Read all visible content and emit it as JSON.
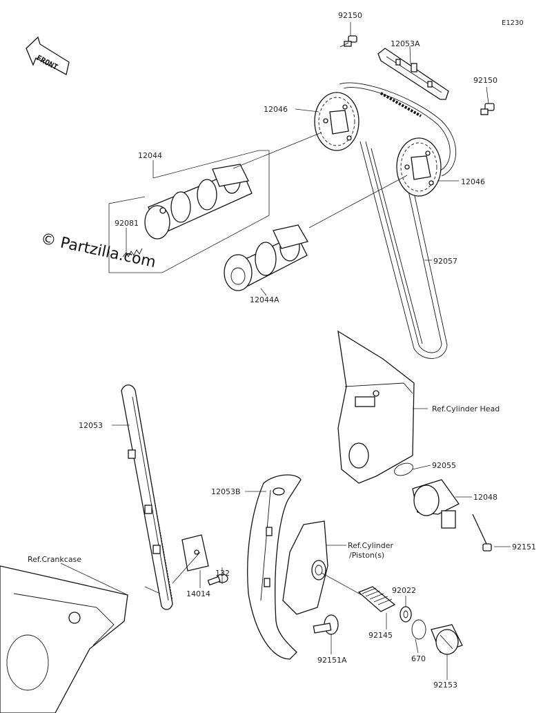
{
  "diagram_code": "E1230",
  "front_label": "FRONT",
  "watermark": "© Partzilla.com",
  "parts": [
    {
      "id": "p92150a",
      "number": "92150"
    },
    {
      "id": "p12053a",
      "number": "12053A"
    },
    {
      "id": "p92150b",
      "number": "92150"
    },
    {
      "id": "p12046a",
      "number": "12046"
    },
    {
      "id": "p12046b",
      "number": "12046"
    },
    {
      "id": "p12044",
      "number": "12044"
    },
    {
      "id": "p92081",
      "number": "92081"
    },
    {
      "id": "p12044a",
      "number": "12044A"
    },
    {
      "id": "p92057",
      "number": "92057"
    },
    {
      "id": "p12053",
      "number": "12053"
    },
    {
      "id": "p92055",
      "number": "92055"
    },
    {
      "id": "p12048",
      "number": "12048"
    },
    {
      "id": "p12053b",
      "number": "12053B"
    },
    {
      "id": "p92151",
      "number": "92151"
    },
    {
      "id": "p132",
      "number": "132"
    },
    {
      "id": "p14014",
      "number": "14014"
    },
    {
      "id": "p92022",
      "number": "92022"
    },
    {
      "id": "p92145",
      "number": "92145"
    },
    {
      "id": "p670",
      "number": "670"
    },
    {
      "id": "p92151a",
      "number": "92151A"
    },
    {
      "id": "p92153",
      "number": "92153"
    }
  ],
  "references": {
    "cylinder_head": "Ref.Cylinder Head",
    "crankcase": "Ref.Crankcase",
    "cylinder_piston_1": "Ref.Cylinder",
    "cylinder_piston_2": "/Piston(s)"
  }
}
